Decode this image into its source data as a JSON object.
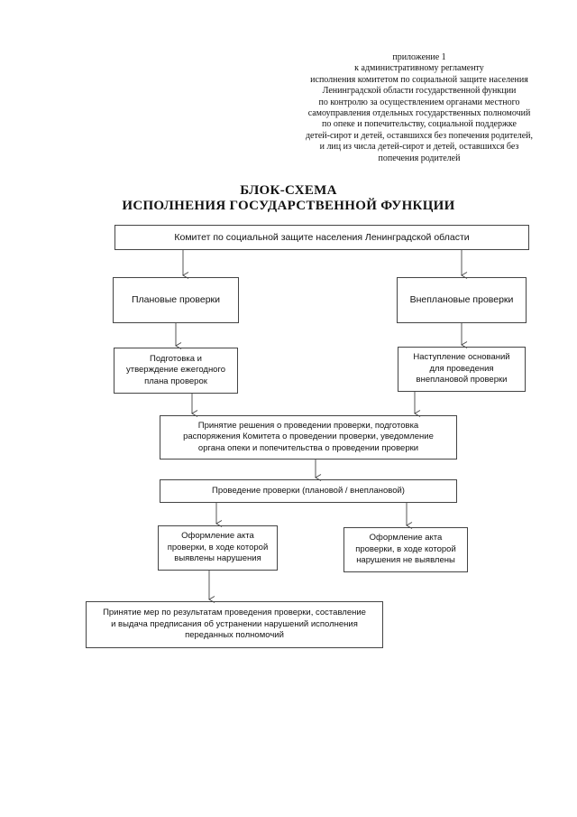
{
  "appendix": {
    "lines": [
      "приложение 1",
      "к административному регламенту",
      "исполнения комитетом по социальной защите населения",
      "Ленинградской области государственной функции",
      "по  контролю за осуществлением органами местного",
      "самоуправления отдельных государственных полномочий",
      "по опеке и попечительству, социальной поддержке",
      "детей-сирот и детей, оставшихся без попечения родителей,",
      "и лиц из числа детей-сирот и детей, оставшихся без",
      "попечения родителей"
    ]
  },
  "title": {
    "line1": "БЛОК-СХЕМА",
    "line2": "ИСПОЛНЕНИЯ ГОСУДАРСТВЕННОЙ ФУНКЦИИ"
  },
  "boxes": {
    "committee": {
      "lines": [
        "Комитет по социальной защите населения Ленинградской области"
      ]
    },
    "planned": {
      "lines": [
        "Плановые проверки"
      ]
    },
    "unplanned": {
      "lines": [
        "Внеплановые проверки"
      ]
    },
    "plan_preparation": {
      "lines": [
        "Подготовка и",
        "утверждение ежегодного",
        "плана проверок"
      ]
    },
    "unplanned_grounds": {
      "lines": [
        "Наступление оснований",
        "для проведения",
        "внеплановой проверки"
      ]
    },
    "decision": {
      "lines": [
        "Принятие решения о проведении проверки, подготовка",
        "распоряжения Комитета о проведении проверки, уведомление",
        "органа опеки и попечительства о проведении проверки"
      ]
    },
    "inspection": {
      "lines": [
        "Проведение проверки (плановой / внеплановой)"
      ]
    },
    "act_violations": {
      "lines": [
        "Оформление акта",
        "проверки, в ходе которой",
        "выявлены нарушения"
      ]
    },
    "act_no_violations": {
      "lines": [
        "Оформление акта",
        "проверки, в ходе которой",
        "нарушения не выявлены"
      ]
    },
    "measures": {
      "lines": [
        "Принятие мер по результатам проведения проверки, составление",
        "и выдача предписания об устранении нарушений исполнения",
        "переданных полномочий"
      ]
    }
  }
}
